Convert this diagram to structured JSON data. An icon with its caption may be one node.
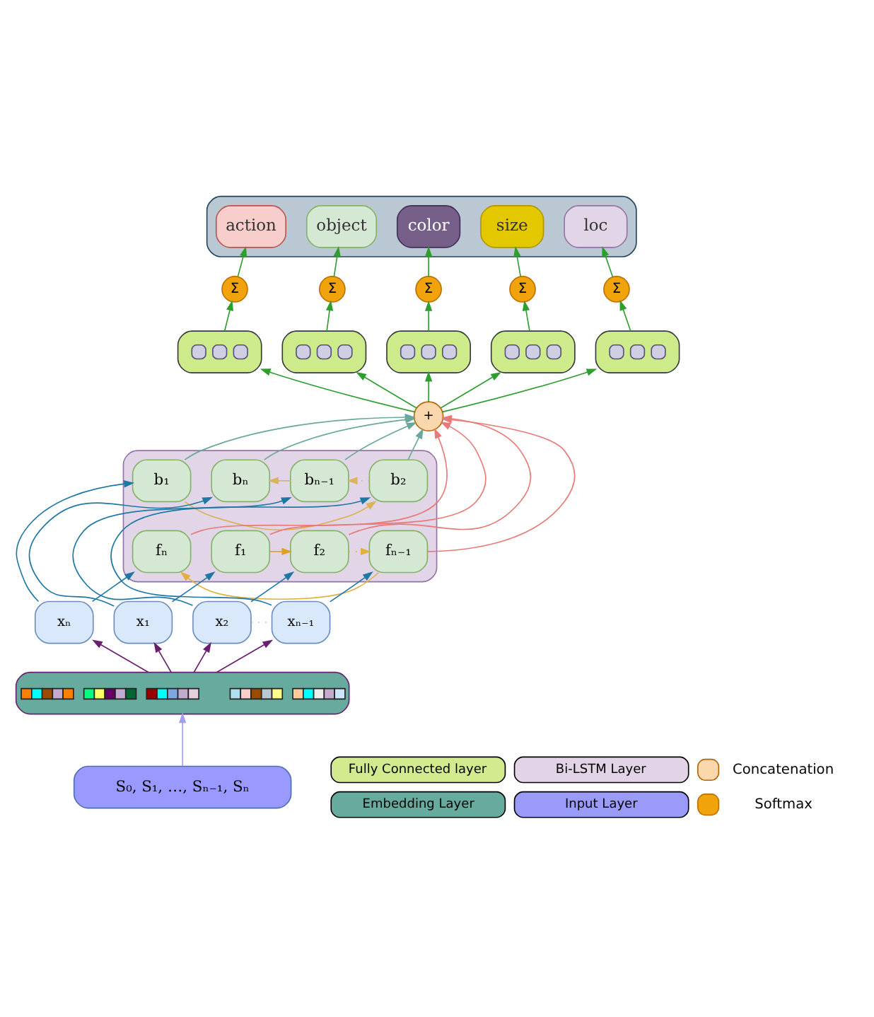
{
  "diagram": {
    "nodes": [
      {
        "text": [],
        "shape": "box"
      },
      {
        "text": [
          "action"
        ],
        "in": 0
      },
      {
        "text": [
          "object"
        ],
        "in": 0
      },
      {
        "text": [
          "color"
        ],
        "in": 0
      },
      {
        "text": [
          "size"
        ],
        "in": 0
      },
      {
        "text": [
          "loc"
        ],
        "in": 0
      },
      {
        "text": [
          "Σ"
        ]
      },
      {
        "text": [
          "Σ"
        ]
      },
      {
        "text": [
          "Σ"
        ]
      },
      {
        "text": [
          "Σ"
        ]
      },
      {
        "text": [
          "Σ"
        ]
      },
      {
        "text": [],
        "shape": "box"
      },
      {
        "text": [],
        "shape": "box"
      },
      {
        "text": [],
        "shape": "box"
      },
      {
        "text": [],
        "shape": "box"
      },
      {
        "text": [],
        "shape": "box"
      },
      {
        "text": [
          "+"
        ]
      },
      {
        "text": [],
        "shape": "box"
      },
      {
        "text": [
          "bₙ"
        ],
        "in": 17
      },
      {
        "text": [
          "bₙ₋₁"
        ],
        "in": 17
      },
      {
        "text": [
          "b₂"
        ],
        "in": 17
      },
      {
        "text": [
          "b₁"
        ],
        "in": 17
      },
      {
        "text": [
          "f₁"
        ],
        "in": 17
      },
      {
        "text": [
          "f₂"
        ],
        "in": 17
      },
      {
        "text": [
          "fₙ₋₁"
        ],
        "in": 17
      },
      {
        "text": [
          "fₙ"
        ],
        "in": 17
      },
      {
        "text": [
          "x₁"
        ]
      },
      {
        "text": [
          "x₂"
        ]
      },
      {
        "text": [
          "xₙ₋₁"
        ]
      },
      {
        "text": [
          "xₙ"
        ]
      },
      {
        "text": [],
        "shape": "box"
      },
      {
        "text": [
          "S₀, S₁, …, Sₙ₋₁, Sₙ"
        ]
      }
    ],
    "edges": [
      {
        "from": 6,
        "to": 1,
        "arrow": "to"
      },
      {
        "from": 7,
        "to": 2,
        "arrow": "to"
      },
      {
        "from": 8,
        "to": 3,
        "arrow": "to"
      },
      {
        "from": 9,
        "to": 4,
        "arrow": "to"
      },
      {
        "from": 10,
        "to": 5,
        "arrow": "to"
      },
      {
        "from": 11,
        "to": 6,
        "arrow": "to"
      },
      {
        "from": 12,
        "to": 7,
        "arrow": "to"
      },
      {
        "from": 13,
        "to": 8,
        "arrow": "to"
      },
      {
        "from": 14,
        "to": 9,
        "arrow": "to"
      },
      {
        "from": 15,
        "to": 10,
        "arrow": "to"
      },
      {
        "from": 16,
        "to": 11,
        "arrow": "to"
      },
      {
        "from": 16,
        "to": 12,
        "arrow": "to"
      },
      {
        "from": 16,
        "to": 13,
        "arrow": "to"
      },
      {
        "from": 16,
        "to": 14,
        "arrow": "to"
      },
      {
        "from": 16,
        "to": 15,
        "arrow": "to"
      },
      {
        "from": 18,
        "to": 16,
        "arrow": "to",
        "color": "#6aa89c"
      },
      {
        "from": 19,
        "to": 16,
        "arrow": "to",
        "color": "#6aa89c"
      },
      {
        "from": 20,
        "to": 16,
        "arrow": "to",
        "color": "#6aa89c"
      },
      {
        "from": 21,
        "to": 16,
        "arrow": "to",
        "color": "#6aa89c"
      },
      {
        "from": 22,
        "to": 16,
        "arrow": "to",
        "color": "#e87a78"
      },
      {
        "from": 23,
        "to": 16,
        "arrow": "to",
        "color": "#e87a78"
      },
      {
        "from": 24,
        "to": 16,
        "arrow": "to",
        "color": "#e87a78"
      },
      {
        "from": 25,
        "to": 16,
        "arrow": "to",
        "color": "#e87a78"
      },
      {
        "from": 21,
        "to": 20,
        "arrow": "to",
        "color": "#d9b45a"
      },
      {
        "from": 20,
        "to": 19,
        "arrow": "to",
        "style": "dashed",
        "color": "#d9b45a"
      },
      {
        "from": 19,
        "to": 18,
        "arrow": "to",
        "color": "#d9b45a"
      },
      {
        "from": 22,
        "to": 23,
        "arrow": "to",
        "color": "#e0a020"
      },
      {
        "from": 23,
        "to": 24,
        "arrow": "to",
        "style": "dashed",
        "color": "#e0b040"
      },
      {
        "from": 24,
        "to": 25,
        "arrow": "to",
        "color": "#e0b040"
      },
      {
        "from": 26,
        "to": 18,
        "arrow": "to",
        "color": "#1f78a4"
      },
      {
        "from": 26,
        "to": 22,
        "arrow": "to",
        "color": "#1f78a4"
      },
      {
        "from": 27,
        "to": 19,
        "arrow": "to",
        "color": "#1f78a4"
      },
      {
        "from": 27,
        "to": 23,
        "arrow": "to",
        "color": "#1f78a4"
      },
      {
        "from": 28,
        "to": 20,
        "arrow": "to",
        "color": "#1f78a4"
      },
      {
        "from": 28,
        "to": 24,
        "arrow": "to",
        "color": "#1f78a4"
      },
      {
        "from": 29,
        "to": 21,
        "arrow": "to",
        "color": "#1f78a4"
      },
      {
        "from": 29,
        "to": 25,
        "arrow": "to",
        "color": "#1f78a4"
      },
      {
        "from": 27,
        "to": 28,
        "arrow": "none",
        "style": "dashed",
        "color": "#9ab4d0"
      },
      {
        "from": 30,
        "to": 26,
        "arrow": "to",
        "color": "#6a1f6e"
      },
      {
        "from": 30,
        "to": 27,
        "arrow": "to",
        "color": "#6a1f6e"
      },
      {
        "from": 30,
        "to": 28,
        "arrow": "to",
        "color": "#6a1f6e"
      },
      {
        "from": 30,
        "to": 29,
        "arrow": "to",
        "color": "#6a1f6e"
      },
      {
        "from": 31,
        "to": 30,
        "arrow": "to",
        "color": "#a0a0f0"
      }
    ],
    "legend": [
      {
        "text": "Fully Connected layer",
        "color": "#d4ea8e"
      },
      {
        "text": "Bi-LSTM Layer",
        "color": "#e2d4e6"
      },
      {
        "text": "Concatenation"
      },
      {
        "text": "Embedding Layer",
        "color": "#67ab9f"
      },
      {
        "text": "Input Layer",
        "color": "#9a9af8"
      },
      {
        "text": "Softmax"
      }
    ]
  }
}
